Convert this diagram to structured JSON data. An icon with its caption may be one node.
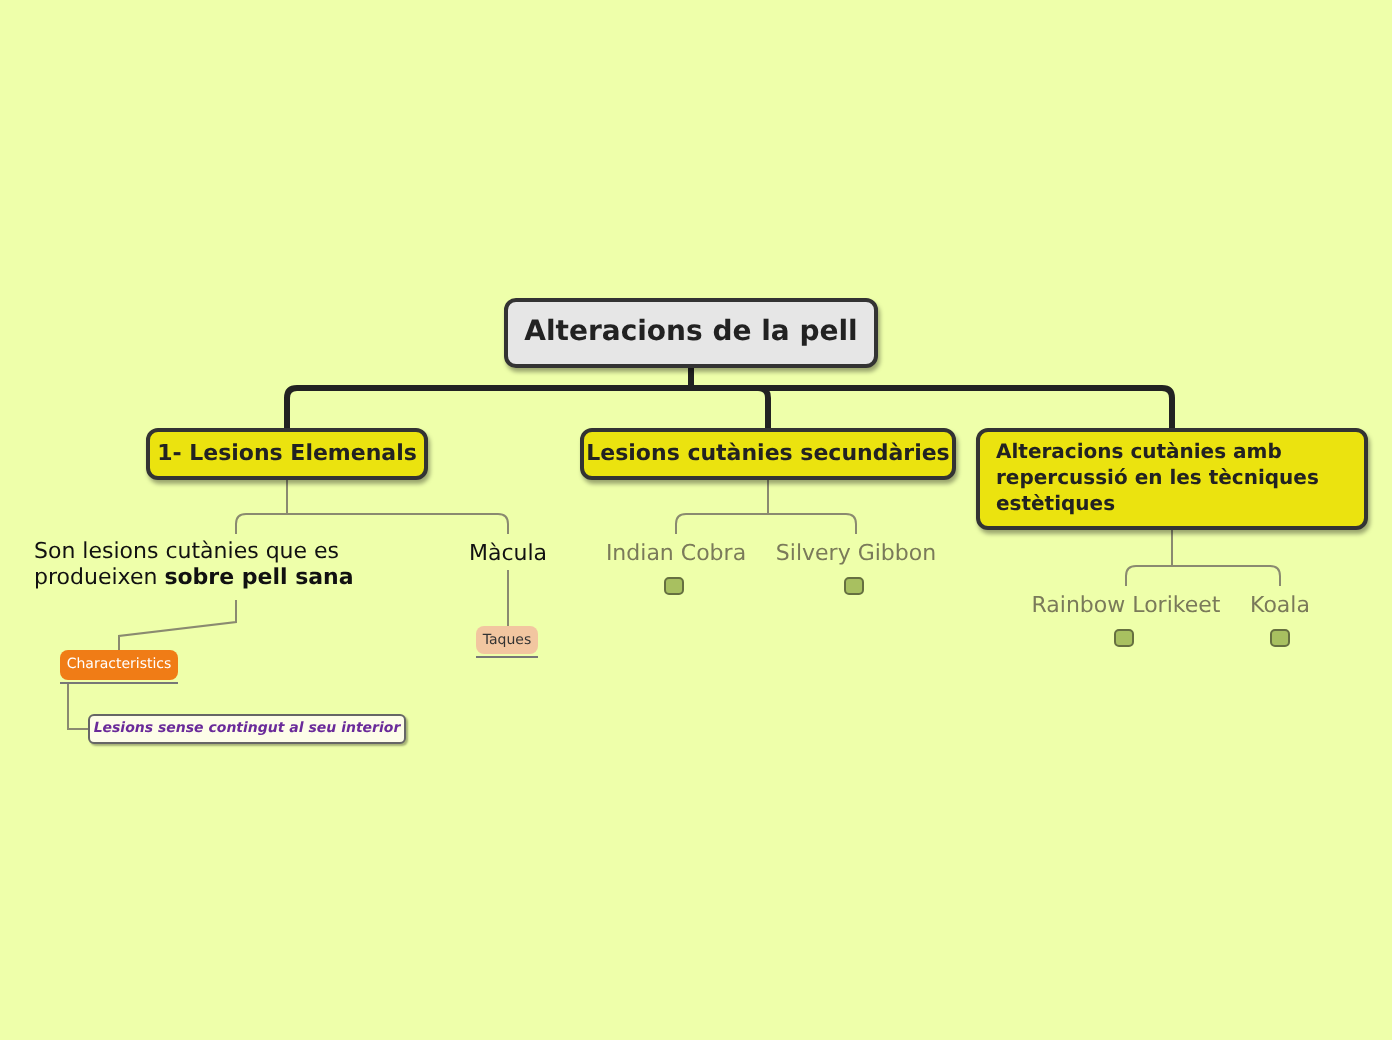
{
  "diagram": {
    "nodes": [
      {
        "text": [
          "Alteracions de la pell"
        ]
      },
      {
        "text": [
          "1- Lesions Elemenals"
        ]
      },
      {
        "text": [
          "Lesions cutànies secundàries"
        ]
      },
      {
        "text": [
          "Alteracions cutànies amb repercussió en les tècniques estètiques"
        ]
      },
      {
        "text": [
          "Son lesions cutànies que es produeixen **sobre pell sana**"
        ]
      },
      {
        "text": [
          "Màcula"
        ]
      },
      {
        "text": [
          "Characteristics"
        ]
      },
      {
        "text": [
          "Lesions sense contingut al seu interior"
        ]
      },
      {
        "text": [
          "Taques"
        ]
      },
      {
        "text": [
          "Indian Cobra"
        ]
      },
      {
        "text": [
          "Silvery Gibbon"
        ]
      },
      {
        "text": [
          "Rainbow Lorikeet"
        ]
      },
      {
        "text": [
          "Koala"
        ]
      }
    ],
    "edges": [
      {
        "from": 0,
        "to": 1,
        "arrow": "none",
        "style": "thick",
        "color": "#222222"
      },
      {
        "from": 0,
        "to": 2,
        "arrow": "none",
        "style": "thick",
        "color": "#222222"
      },
      {
        "from": 0,
        "to": 3,
        "arrow": "none",
        "style": "thick",
        "color": "#222222"
      },
      {
        "from": 1,
        "to": 4,
        "arrow": "none"
      },
      {
        "from": 1,
        "to": 5,
        "arrow": "none"
      },
      {
        "from": 4,
        "to": 6,
        "arrow": "none"
      },
      {
        "from": 6,
        "to": 7,
        "arrow": "none"
      },
      {
        "from": 5,
        "to": 8,
        "arrow": "none"
      },
      {
        "from": 2,
        "to": 9,
        "arrow": "none"
      },
      {
        "from": 2,
        "to": 10,
        "arrow": "none"
      },
      {
        "from": 3,
        "to": 11,
        "arrow": "none"
      },
      {
        "from": 3,
        "to": 12,
        "arrow": "none"
      }
    ]
  }
}
